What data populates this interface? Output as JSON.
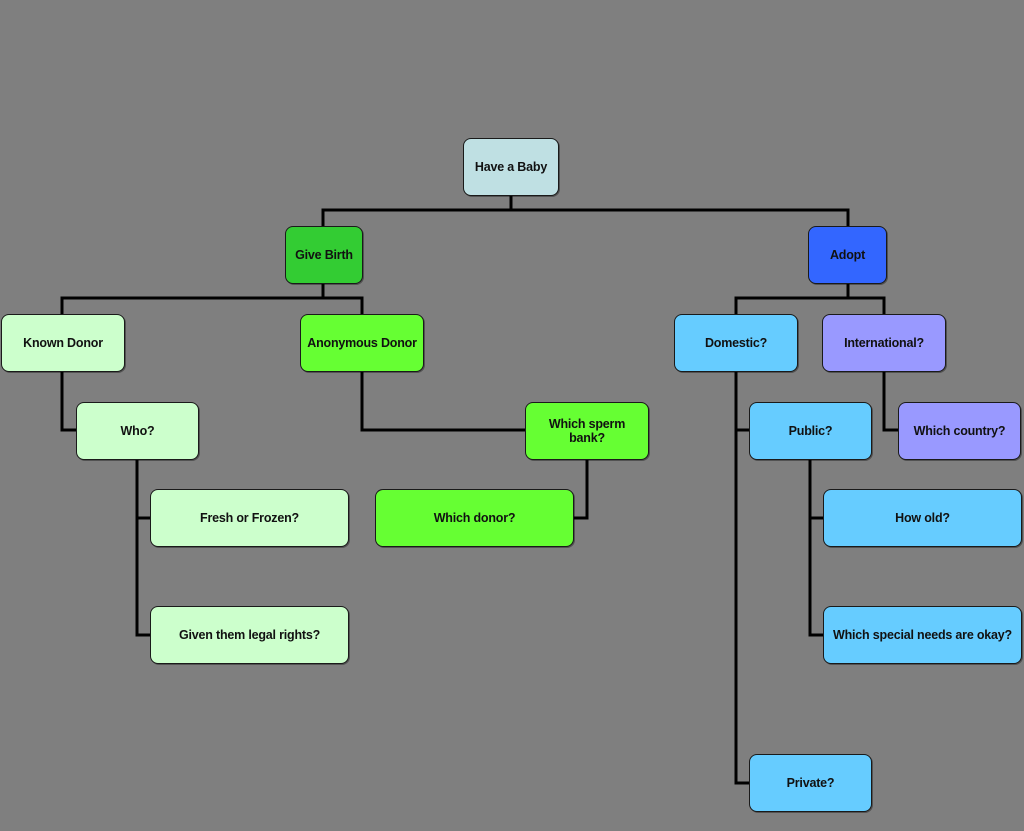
{
  "diagram": {
    "colors": {
      "background": "#7f7f7f",
      "connector": "#000000",
      "root": "#bfe0e3",
      "birth": "#33cc33",
      "birth_branch": "#66ff33",
      "known_donor": "#ccffcc",
      "adopt": "#3366ff",
      "domestic": "#66ccff",
      "international": "#9999ff"
    },
    "nodes": {
      "root": {
        "label": "Have a Baby"
      },
      "give_birth": {
        "label": "Give Birth"
      },
      "adopt": {
        "label": "Adopt"
      },
      "known_donor": {
        "label": "Known Donor"
      },
      "anonymous_donor": {
        "label": "Anonymous Donor"
      },
      "who": {
        "label": "Who?"
      },
      "fresh_or_frozen": {
        "label": "Fresh or Frozen?"
      },
      "legal_rights": {
        "label": "Given them legal rights?"
      },
      "which_sperm_bank": {
        "label": "Which sperm bank?"
      },
      "which_donor": {
        "label": "Which donor?"
      },
      "domestic": {
        "label": "Domestic?"
      },
      "international": {
        "label": "International?"
      },
      "public": {
        "label": "Public?"
      },
      "private": {
        "label": "Private?"
      },
      "which_country": {
        "label": "Which country?"
      },
      "how_old": {
        "label": "How old?"
      },
      "special_needs": {
        "label": "Which special needs are okay?"
      }
    }
  }
}
